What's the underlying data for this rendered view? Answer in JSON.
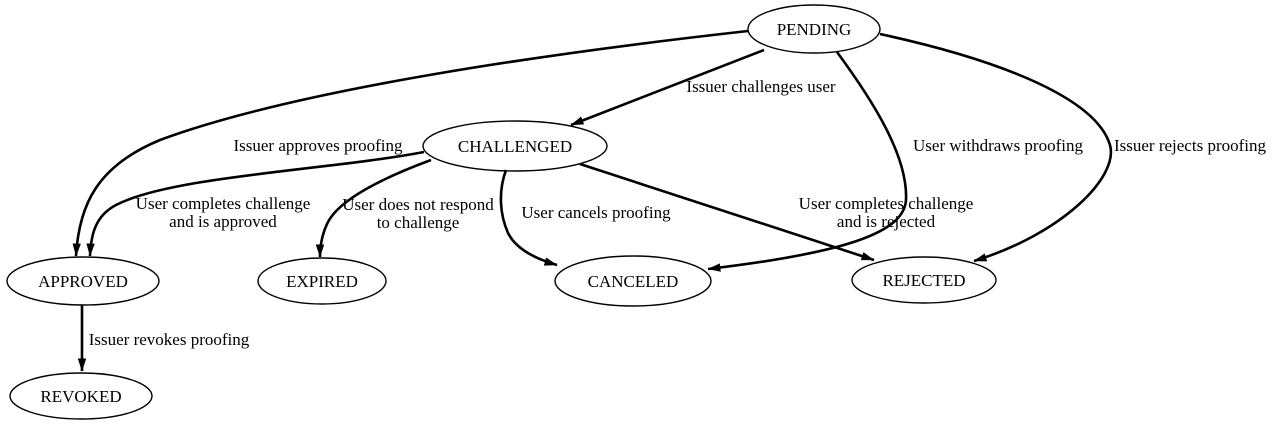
{
  "diagram": {
    "type": "state-diagram",
    "background_color": "#ffffff",
    "stroke_color": "#000000",
    "text_color": "#000000",
    "nodes": {
      "pending": {
        "label": "PENDING"
      },
      "challenged": {
        "label": "CHALLENGED"
      },
      "approved": {
        "label": "APPROVED"
      },
      "expired": {
        "label": "EXPIRED"
      },
      "canceled": {
        "label": "CANCELED"
      },
      "rejected": {
        "label": "REJECTED"
      },
      "revoked": {
        "label": "REVOKED"
      }
    },
    "edges": {
      "pending_to_challenged": {
        "from": "PENDING",
        "to": "CHALLENGED",
        "lines": [
          "Issuer challenges user"
        ]
      },
      "pending_to_approved": {
        "from": "PENDING",
        "to": "APPROVED",
        "lines": [
          "Issuer approves proofing"
        ]
      },
      "challenged_to_approved": {
        "from": "CHALLENGED",
        "to": "APPROVED",
        "lines": [
          "User completes challenge",
          "and is approved"
        ]
      },
      "challenged_to_expired": {
        "from": "CHALLENGED",
        "to": "EXPIRED",
        "lines": [
          "User does not respond",
          "to challenge"
        ]
      },
      "challenged_to_canceled": {
        "from": "CHALLENGED",
        "to": "CANCELED",
        "lines": [
          "User cancels proofing"
        ]
      },
      "challenged_to_rejected": {
        "from": "CHALLENGED",
        "to": "REJECTED",
        "lines": [
          "User completes challenge",
          "and is rejected"
        ]
      },
      "pending_to_canceled": {
        "from": "PENDING",
        "to": "CANCELED",
        "lines": [
          "User withdraws proofing"
        ]
      },
      "pending_to_rejected": {
        "from": "PENDING",
        "to": "REJECTED",
        "lines": [
          "Issuer rejects proofing"
        ]
      },
      "approved_to_revoked": {
        "from": "APPROVED",
        "to": "REVOKED",
        "lines": [
          "Issuer revokes proofing"
        ]
      }
    }
  }
}
